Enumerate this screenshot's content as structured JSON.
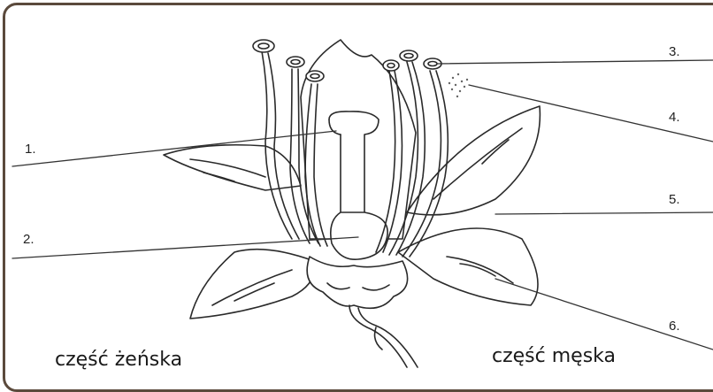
{
  "diagram": {
    "subject": "flower-structure",
    "labels": {
      "l1": "1.",
      "l2": "2.",
      "l3": "3.",
      "l4": "4.",
      "l5": "5.",
      "l6": "6."
    },
    "captions": {
      "female": "część żeńska",
      "male": "część męska"
    },
    "colors": {
      "frame": "#5b4a3c",
      "ink": "#2a2a2a"
    }
  }
}
